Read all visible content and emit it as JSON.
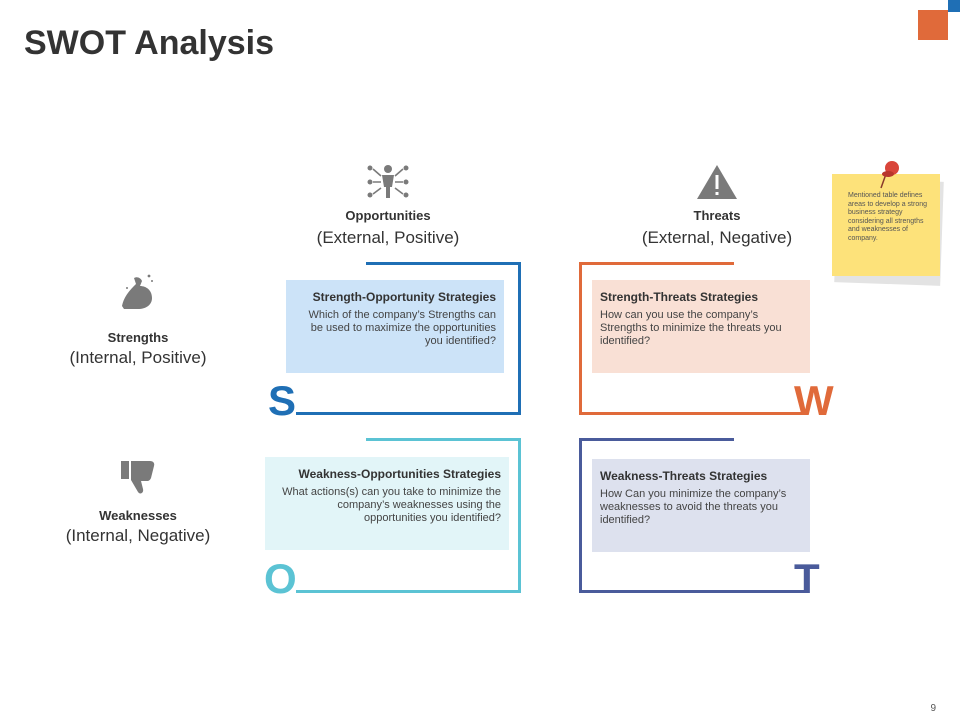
{
  "page": {
    "title": "SWOT Analysis",
    "page_number": "9"
  },
  "columns": {
    "opportunities": {
      "label": "Opportunities",
      "sub": "(External, Positive)",
      "icon": "people-network-icon"
    },
    "threats": {
      "label": "Threats",
      "sub": "(External, Negative)",
      "icon": "warning-triangle-icon"
    }
  },
  "rows": {
    "strengths": {
      "label": "Strengths",
      "sub": "(Internal, Positive)",
      "icon": "flexed-arm-icon"
    },
    "weaknesses": {
      "label": "Weaknesses",
      "sub": "(Internal, Negative)",
      "icon": "thumbs-down-icon"
    }
  },
  "quadrants": {
    "so": {
      "letter": "S",
      "title": "Strength-Opportunity  Strategies",
      "text": "Which of the company’s Strengths can be used to maximize the opportunities you identified?",
      "color": "#1f6fb5",
      "fill": "#cce3f8"
    },
    "st": {
      "letter": "W",
      "title": "Strength-Threats  Strategies",
      "text": "How can you use the company’s Strengths to minimize the threats you identified?",
      "color": "#E06A3A",
      "fill": "#f9e0d5"
    },
    "wo": {
      "letter": "O",
      "title": "Weakness-Opportunities  Strategies",
      "text": "What actions(s) can you take to minimize the company’s weaknesses using the opportunities you identified?",
      "color": "#5bc3d4",
      "fill": "#e2f5f8"
    },
    "wt": {
      "letter": "T",
      "title": "Weakness-Threats  Strategies",
      "text": "How Can you minimize the company’s weaknesses to avoid the threats you identified?",
      "color": "#4a5b9b",
      "fill": "#dde1ee"
    }
  },
  "note": {
    "text": "Mentioned table defines areas to develop a strong business strategy considering all strengths and weaknesses of company.",
    "icon": "pushpin-icon"
  }
}
